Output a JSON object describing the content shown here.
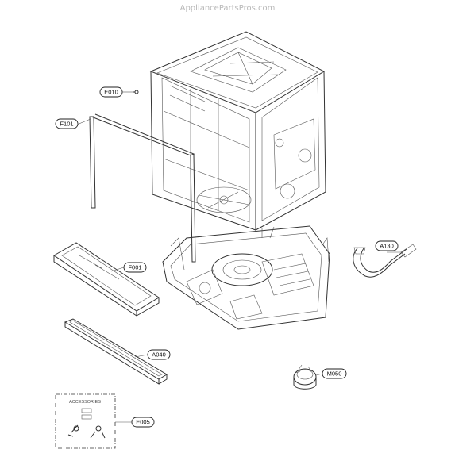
{
  "watermark": "AppliancePartsPros.com",
  "labels": {
    "e010": "E010",
    "f101": "F101",
    "f001": "F001",
    "a040": "A040",
    "a130": "A130",
    "m050": "M050",
    "e005": "E005"
  },
  "accessories_title": "ACCESSORIES"
}
